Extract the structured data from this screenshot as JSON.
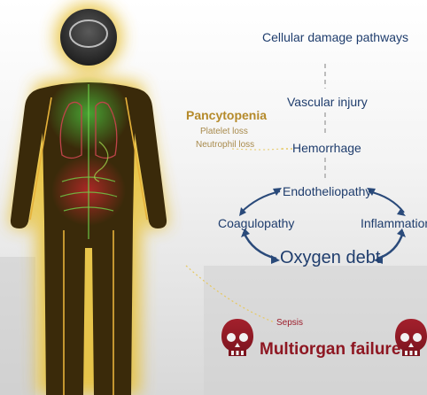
{
  "diagram": {
    "cascade": {
      "pathways": "Cellular damage pathways",
      "vascular": "Vascular injury",
      "hemorrhage": "Hemorrhage",
      "endothelio": "Endotheliopathy",
      "coagulopathy": "Coagulopathy",
      "inflammation": "Inflammation",
      "oxygen_debt": "Oxygen debt"
    },
    "blood": {
      "title": "Pancytopenia",
      "platelet": "Platelet loss",
      "neutrophil": "Neutrophil loss"
    },
    "outcome": {
      "sepsis": "Sepsis",
      "multiorgan": "Multiorgan failure"
    },
    "colors": {
      "cascade_text": "#1f3d6d",
      "arrow": "#2a4a7a",
      "pancytopenia": "#b58a2a",
      "outcome": "#8e1722",
      "body": "#3a2a0a",
      "glow": "#e8c23a"
    },
    "icons": [
      "human-figure",
      "skull-icon",
      "skull-icon"
    ]
  }
}
